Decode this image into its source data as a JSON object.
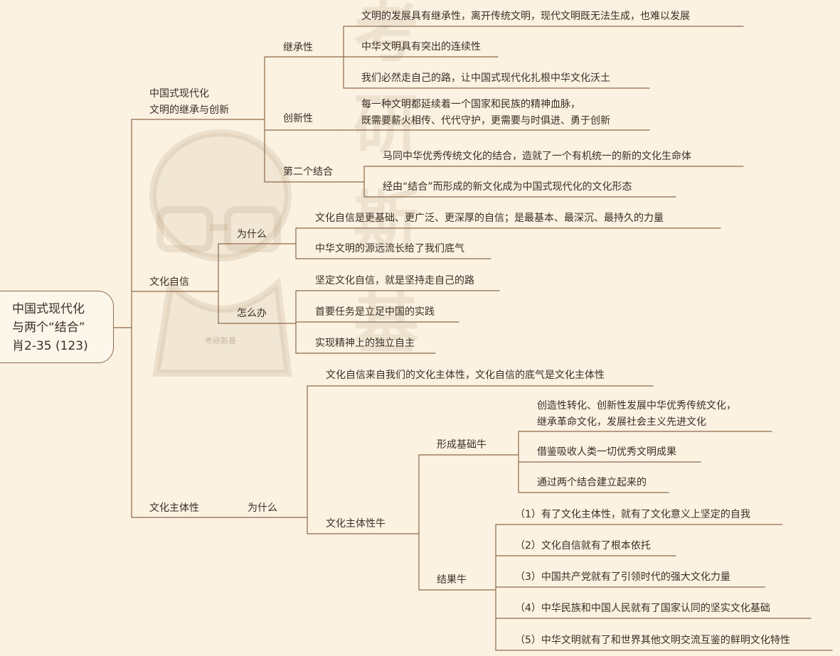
{
  "root": {
    "line1": "中国式现代化",
    "line2": "与两个“结合”",
    "line3": "肖2-35 (123)"
  },
  "watermark": {
    "chars": [
      "考",
      "研",
      "斯",
      "基"
    ],
    "badge": "考研斯基"
  },
  "nodes": {
    "inherit_innovate": "中国式现代化\n文明的继承与创新",
    "inheritance": "继承性",
    "inh_1": "文明的发展具有继承性，离开传统文明，现代文明既无法生成，也难以发展",
    "inh_2": "中华文明具有突出的连续性",
    "inh_3": "我们必然走自己的路，让中国式现代化扎根中华文化沃土",
    "innovation": "创新性",
    "inn_1": "每一种文明都延续着一个国家和民族的精神血脉，\n既需要薪火相传、代代守护，更需要与时俱进、勇于创新",
    "second_combo": "第二个结合",
    "sc_1": "马同中华优秀传统文化的结合，造就了一个有机统一的新的文化生命体",
    "sc_2": "经由“结合”而形成的新文化成为中国式现代化的文化形态",
    "confidence": "文化自信",
    "why": "为什么",
    "why_1": "文化自信是更基础、更广泛、更深厚的自信；是最基本、最深沉、最持久的力量",
    "why_2": "中华文明的源远流长给了我们底气",
    "how": "怎么办",
    "how_1": "坚定文化自信，就是坚持走自己的路",
    "how_2": "首要任务是立足中国的实践",
    "how_3": "实现精神上的独立自主",
    "subjectivity": "文化主体性",
    "sub_why": "为什么",
    "sub_why_1": "文化自信来自我们的文化主体性，文化自信的底气是文化主体性",
    "sub_niu": "文化主体性牛",
    "basis": "形成基础牛",
    "basis_1": "创造性转化、创新性发展中华优秀传统文化，\n继承革命文化，发展社会主义先进文化",
    "basis_2": "借鉴吸收人类一切优秀文明成果",
    "basis_3": "通过两个结合建立起来的",
    "result": "结果牛",
    "res_1": "（1）有了文化主体性，就有了文化意义上坚定的自我",
    "res_2": "（2）文化自信就有了根本依托",
    "res_3": "（3）中国共产党就有了引领时代的强大文化力量",
    "res_4": "（4）中华民族和中国人民就有了国家认同的坚实文化基础",
    "res_5": "（5）中华文明就有了和世界其他文明交流互鉴的鲜明文化特性"
  },
  "colors": {
    "line": "#8c6a4a",
    "background": "#fbf2e2"
  }
}
